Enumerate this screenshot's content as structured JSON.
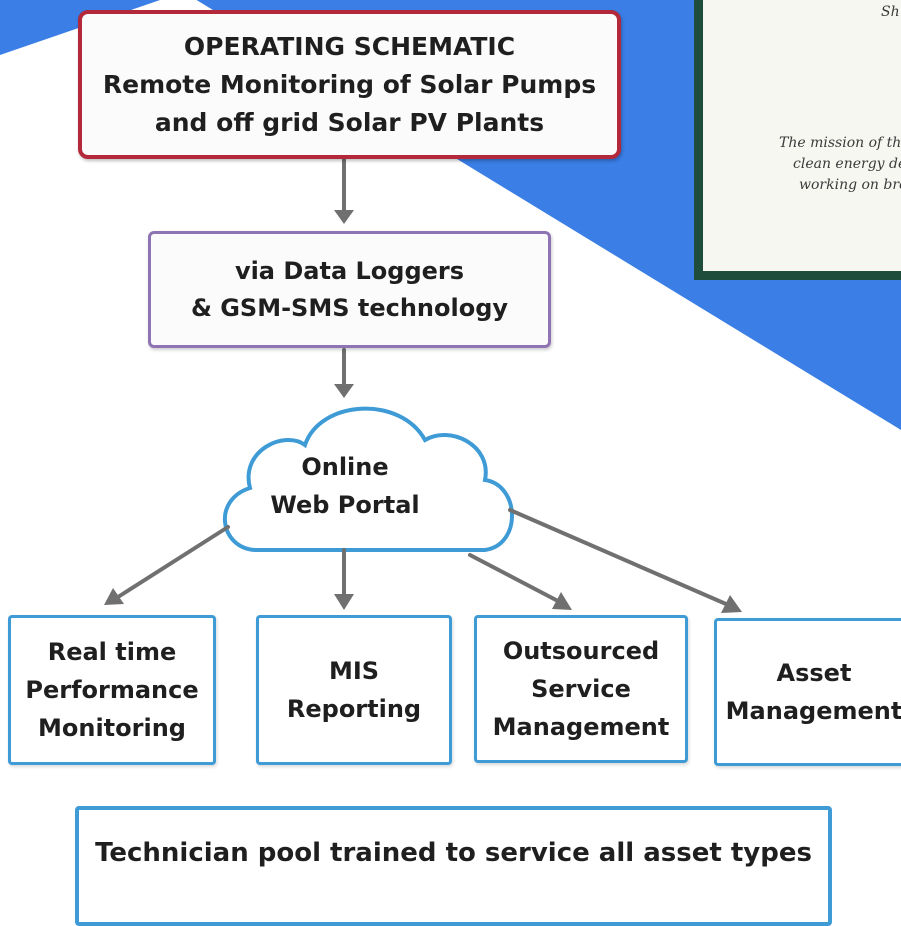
{
  "colors": {
    "banner_blue": "#3a7ee6",
    "title_border": "#b3283a",
    "logger_border": "#8f74b4",
    "leaf_border": "#3e9bd6",
    "arrow": "#707070",
    "frame": "#1f4d3b"
  },
  "diagram": {
    "title_lines": [
      "OPERATING SCHEMATIC",
      "Remote Monitoring of Solar Pumps",
      "and off grid Solar PV Plants"
    ],
    "logger_lines": [
      "via Data Loggers",
      "& GSM-SMS technology"
    ],
    "cloud_lines": [
      "Online",
      "Web Portal"
    ],
    "leaves": [
      {
        "lines": [
          "Real time",
          "Performance",
          "Monitoring"
        ]
      },
      {
        "lines": [
          "MIS",
          "Reporting"
        ]
      },
      {
        "lines": [
          "Outsourced",
          "Service",
          "Management"
        ]
      },
      {
        "lines": [
          "Asset",
          "Management"
        ]
      }
    ],
    "technician": "Technician pool trained to service all asset types",
    "edges": [
      {
        "from": "title",
        "to": "logger"
      },
      {
        "from": "logger",
        "to": "cloud"
      },
      {
        "from": "cloud",
        "to": "leaf-1"
      },
      {
        "from": "cloud",
        "to": "leaf-2"
      },
      {
        "from": "cloud",
        "to": "leaf-3"
      },
      {
        "from": "cloud",
        "to": "leaf-4"
      }
    ]
  },
  "framed_photo": {
    "lines": [
      "Sh",
      "The mission of th",
      "clean energy de",
      "working on bro"
    ]
  }
}
